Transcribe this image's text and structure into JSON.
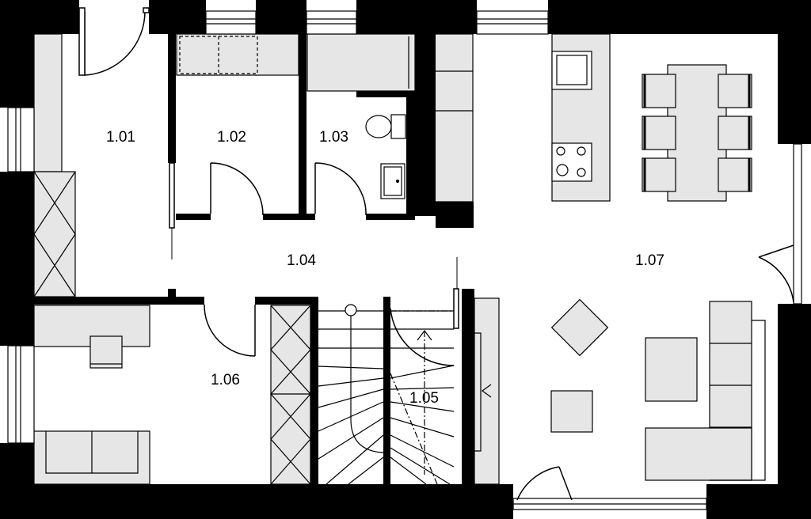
{
  "rooms": {
    "r101": "1.01",
    "r102": "1.02",
    "r103": "1.03",
    "r104": "1.04",
    "r105": "1.05",
    "r106": "1.06",
    "r107": "1.07"
  },
  "colors": {
    "wall": "#000000",
    "furniture_fill": "#e6e6e6",
    "line": "#000000",
    "background": "#ffffff"
  }
}
